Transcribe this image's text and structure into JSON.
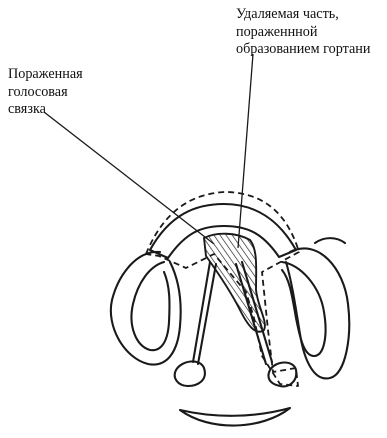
{
  "labels": {
    "resected_part": {
      "lines": [
        "Удаляемая часть,",
        "пораженнной",
        "образованием гортани"
      ]
    },
    "affected_cord": {
      "lines": [
        "Пораженная",
        "голосовая",
        "связка"
      ]
    }
  }
}
